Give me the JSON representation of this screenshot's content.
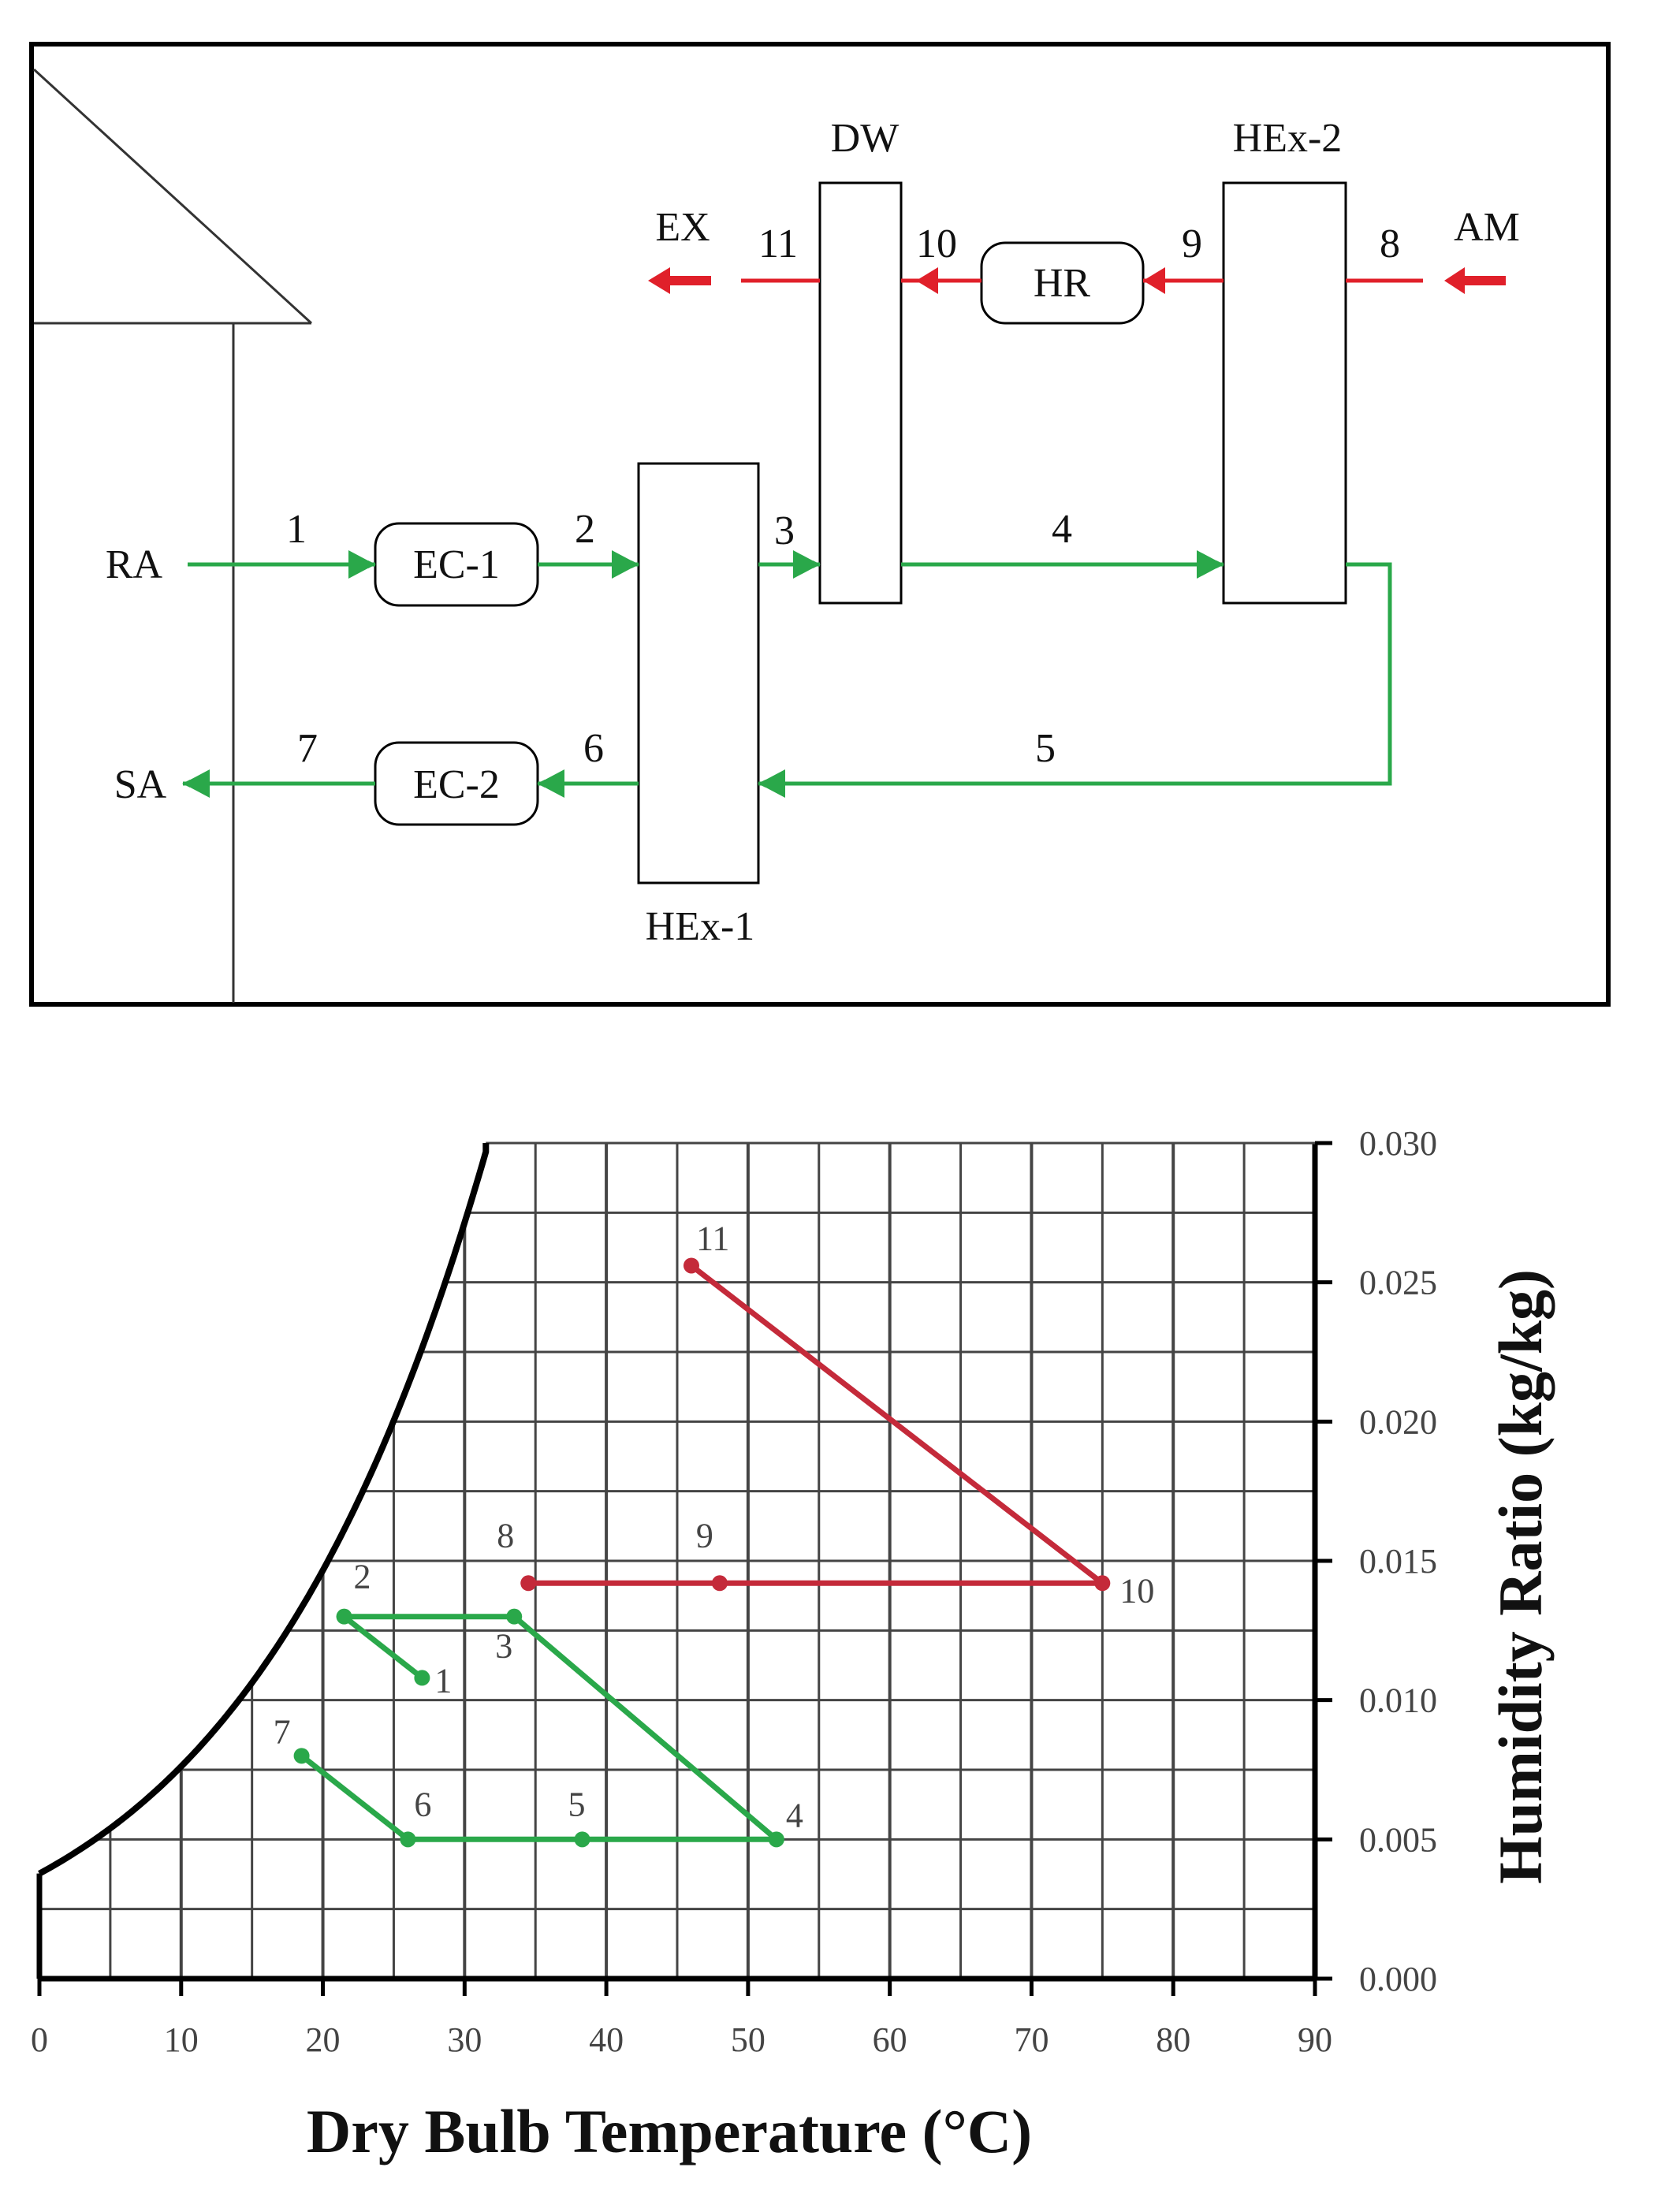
{
  "schematic": {
    "components": {
      "dw": "DW",
      "hex2": "HEx-2",
      "hex1": "HEx-1",
      "hr": "HR",
      "ec1": "EC-1",
      "ec2": "EC-2"
    },
    "streams": {
      "ra": "RA",
      "sa": "SA",
      "ex": "EX",
      "am": "AM"
    },
    "state_numbers": [
      "1",
      "2",
      "3",
      "4",
      "5",
      "6",
      "7",
      "8",
      "9",
      "10",
      "11"
    ],
    "colors": {
      "supply": "#2aa84a",
      "regeneration": "#e0202a"
    }
  },
  "chart_data": {
    "type": "line",
    "title": "",
    "xlabel": "Dry Bulb Temperature (°C)",
    "ylabel": "Humidity Ratio (kg/kg)",
    "xlim": [
      0,
      90
    ],
    "ylim": [
      0,
      0.03
    ],
    "x_ticks": [
      "0",
      "10",
      "20",
      "30",
      "40",
      "50",
      "60",
      "70",
      "80",
      "90"
    ],
    "y_ticks": [
      "0.000",
      "0.005",
      "0.010",
      "0.015",
      "0.020",
      "0.025",
      "0.030"
    ],
    "grid": true,
    "saturation_curve": true,
    "series": [
      {
        "color": "#2aa84a",
        "points": [
          {
            "label": "1",
            "x": 27.0,
            "y": 0.0108
          },
          {
            "label": "2",
            "x": 21.5,
            "y": 0.013
          },
          {
            "label": "3",
            "x": 33.5,
            "y": 0.013
          },
          {
            "label": "4",
            "x": 52.0,
            "y": 0.005
          },
          {
            "label": "5",
            "x": 38.3,
            "y": 0.005
          },
          {
            "label": "6",
            "x": 26.0,
            "y": 0.005
          },
          {
            "label": "7",
            "x": 18.5,
            "y": 0.008
          }
        ]
      },
      {
        "color": "#c42a3a",
        "points": [
          {
            "label": "8",
            "x": 34.5,
            "y": 0.0142
          },
          {
            "label": "9",
            "x": 48.0,
            "y": 0.0142
          },
          {
            "label": "10",
            "x": 75.0,
            "y": 0.0142
          },
          {
            "label": "11",
            "x": 46.0,
            "y": 0.0256
          }
        ]
      }
    ]
  }
}
